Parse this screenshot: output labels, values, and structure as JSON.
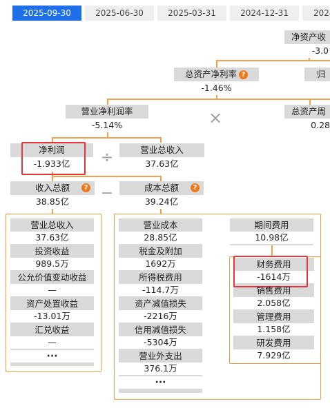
{
  "tabs": [
    "2025-09-30",
    "2025-06-30",
    "2025-03-31",
    "2024-12-31",
    "2024"
  ],
  "nodes": {
    "roe": {
      "label": "净资产收",
      "value": "-3.0"
    },
    "roa": {
      "label": "总资产净利率",
      "value": "-1.46%"
    },
    "gui": {
      "label": "归"
    },
    "net_margin": {
      "label": "营业净利润率",
      "value": "-5.14%"
    },
    "asset_turnover": {
      "label": "总资产周",
      "value": "0.28"
    },
    "net_profit": {
      "label": "净利润",
      "value": "-1.933亿"
    },
    "revenue": {
      "label": "营业总收入",
      "value": "37.63亿"
    },
    "total_income": {
      "label": "收入总额",
      "value": "38.85亿"
    },
    "total_cost": {
      "label": "成本总额",
      "value": "39.24亿"
    }
  },
  "operators": {
    "multiply": "×",
    "divide": "÷",
    "minus": "−"
  },
  "help_icon": "?",
  "income_items": [
    {
      "label": "营业总收入",
      "value": "37.63亿"
    },
    {
      "label": "投资收益",
      "value": "989.5万"
    },
    {
      "label": "公允价值变动收益",
      "value": "—"
    },
    {
      "label": "资产处置收益",
      "value": "-13.01万"
    },
    {
      "label": "汇兑收益",
      "value": "—"
    }
  ],
  "income_more": "···",
  "cost_items": [
    {
      "label": "营业成本",
      "value": "28.85亿"
    },
    {
      "label": "税金及附加",
      "value": "1692万"
    },
    {
      "label": "所得税费用",
      "value": "-114.7万"
    },
    {
      "label": "资产减值损失",
      "value": "-2216万"
    },
    {
      "label": "信用减值损失",
      "value": "-5304万"
    },
    {
      "label": "营业外支出",
      "value": "376.1万"
    }
  ],
  "cost_more": "···",
  "period_expense": {
    "label": "期间费用",
    "value": "10.98亿"
  },
  "expense_items": [
    {
      "label": "财务费用",
      "value": "-1614万"
    },
    {
      "label": "销售费用",
      "value": "2.058亿"
    },
    {
      "label": "管理费用",
      "value": "1.158亿"
    },
    {
      "label": "研发费用",
      "value": "7.929亿"
    }
  ],
  "colors": {
    "accent": "#1f6fe8",
    "connector": "#f4a24a",
    "highlight": "#e6343c",
    "help": "#f07a19"
  }
}
